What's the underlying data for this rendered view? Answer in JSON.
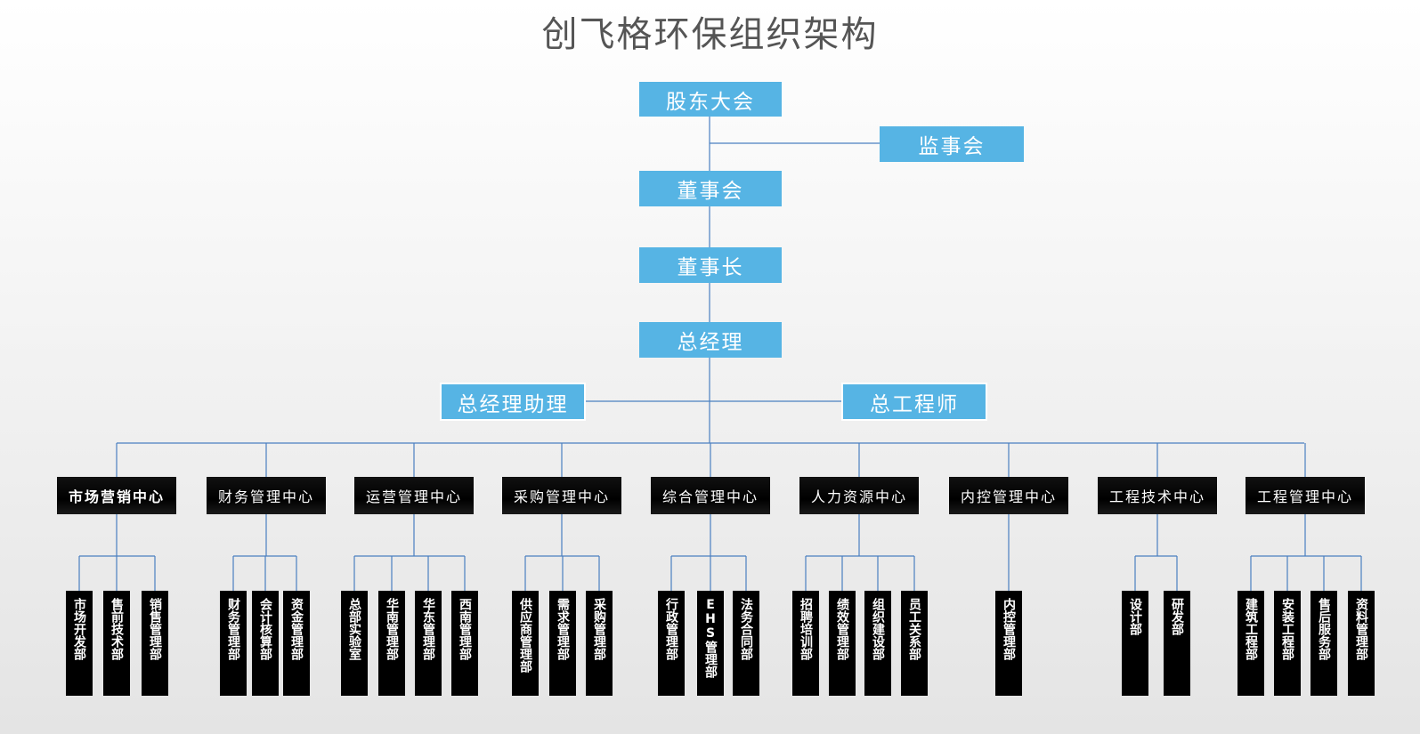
{
  "title": "创飞格环保组织架构",
  "colors": {
    "top_box": "#56b4e4",
    "center_box": "#000000",
    "dept_box": "#000000",
    "connector": "#4a7fc0"
  },
  "top": {
    "shareholders": "股东大会",
    "supervisors": "监事会",
    "board": "董事会",
    "chairman": "董事长",
    "gm": "总经理",
    "gm_assistant": "总经理助理",
    "chief_engineer": "总工程师"
  },
  "centers": [
    {
      "name": "市场营销中心",
      "departments": [
        "市场开发部",
        "售前技术部",
        "销售管理部"
      ]
    },
    {
      "name": "财务管理中心",
      "departments": [
        "财务管理部",
        "会计核算部",
        "资金管理部"
      ]
    },
    {
      "name": "运营管理中心",
      "departments": [
        "总部实验室",
        "华南管理部",
        "华东管理部",
        "西南管理部"
      ]
    },
    {
      "name": "采购管理中心",
      "departments": [
        "供应商管理部",
        "需求管理部",
        "采购管理部"
      ]
    },
    {
      "name": "综合管理中心",
      "departments": [
        "行政管理部",
        "EHS管理部",
        "法务合同部"
      ]
    },
    {
      "name": "人力资源中心",
      "departments": [
        "招聘培训部",
        "绩效管理部",
        "组织建设部",
        "员工关系部"
      ]
    },
    {
      "name": "内控管理中心",
      "departments": [
        "内控管理部"
      ]
    },
    {
      "name": "工程技术中心",
      "departments": [
        "设计部",
        "研发部"
      ]
    },
    {
      "name": "工程管理中心",
      "departments": [
        "建筑工程部",
        "安装工程部",
        "售后服务部",
        "资料管理部"
      ]
    }
  ]
}
